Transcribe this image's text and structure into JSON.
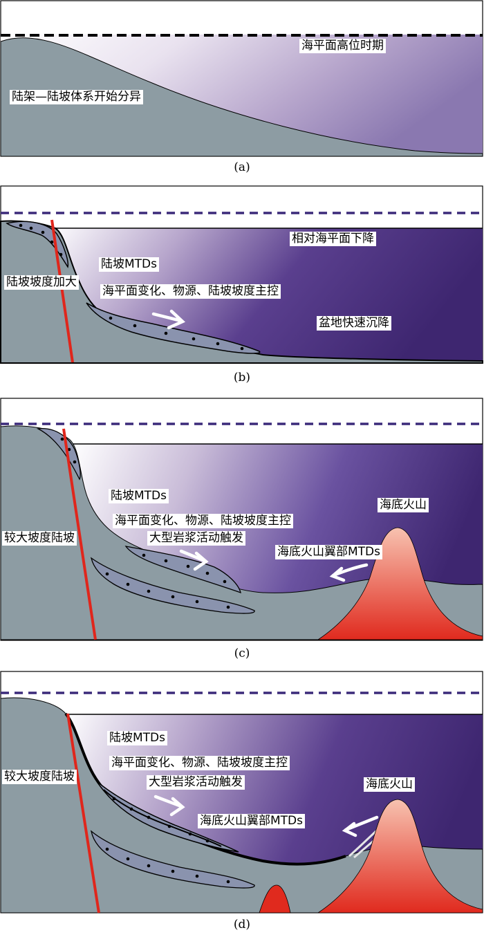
{
  "panels": [
    {
      "caption": "(a)",
      "labels": {
        "sea_level": "海平面高位时期",
        "shelf_slope": "陆架—陆坡体系开始分异"
      }
    },
    {
      "caption": "(b)",
      "labels": {
        "sea_level_fall": "相对海平面下降",
        "slope_mtds": "陆坡MTDs",
        "steepening": "陆坡坡度加大",
        "controls": "海平面变化、物源、陆坡坡度主控",
        "subsidence": "盆地快速沉降"
      }
    },
    {
      "caption": "(c)",
      "labels": {
        "slope_mtds": "陆坡MTDs",
        "volcano": "海底火山",
        "controls": "海平面变化、物源、陆坡坡度主控",
        "steep_slope": "较大坡度陆坡",
        "magma": "大型岩浆活动触发",
        "volcano_mtds": "海底火山翼部MTDs"
      }
    },
    {
      "caption": "(d)",
      "labels": {
        "slope_mtds": "陆坡MTDs",
        "controls": "海平面变化、物源、陆坡坡度主控",
        "steep_slope": "较大坡度陆坡",
        "magma": "大型岩浆活动触发",
        "volcano": "海底火山",
        "volcano_mtds": "海底火山翼部MTDs"
      }
    }
  ],
  "colors": {
    "seafloor": "#8d9ca3",
    "water_deep": "#3e2670",
    "water_light": "#ffffff",
    "fault": "#e0261c",
    "volcano_top": "#f7c2b0",
    "volcano_base": "#e02a1e",
    "mtd_fill": "#8a93ae",
    "sea_level_dash_a": "#000000",
    "sea_level_dash_bcd": "#3b2a7a"
  }
}
